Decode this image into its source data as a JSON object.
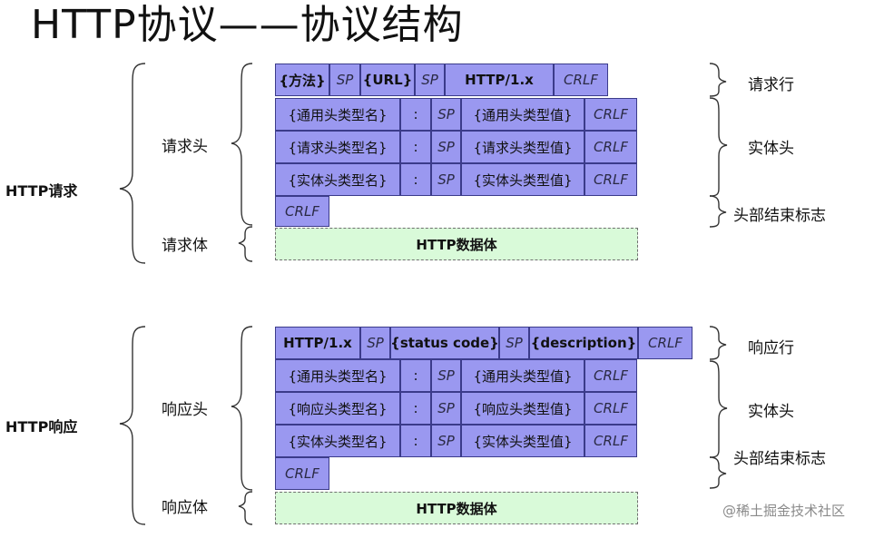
{
  "title": "HTTP协议——协议结构",
  "request": {
    "label": "HTTP请求",
    "header_label": "请求头",
    "body_label": "请求体",
    "rows": [
      [
        "{方法}",
        "SP",
        "{URL}",
        "SP",
        "HTTP/1.x",
        "CRLF"
      ],
      [
        "{通用头类型名}",
        ":",
        "SP",
        "{通用头类型值}",
        "CRLF"
      ],
      [
        "{请求头类型名}",
        ":",
        "SP",
        "{请求头类型值}",
        "CRLF"
      ],
      [
        "{实体头类型名}",
        ":",
        "SP",
        "{实体头类型值}",
        "CRLF"
      ],
      [
        "CRLF"
      ]
    ],
    "data_label": "HTTP数据体",
    "right_labels": [
      "请求行",
      "实体头",
      "头部结束标志"
    ]
  },
  "response": {
    "label": "HTTP响应",
    "header_label": "响应头",
    "body_label": "响应体",
    "rows": [
      [
        "HTTP/1.x",
        "SP",
        "{status code}",
        "SP",
        "{description}",
        "CRLF"
      ],
      [
        "{通用头类型名}",
        ":",
        "SP",
        "{通用头类型值}",
        "CRLF"
      ],
      [
        "{响应头类型名}",
        ":",
        "SP",
        "{响应头类型值}",
        "CRLF"
      ],
      [
        "{实体头类型名}",
        ":",
        "SP",
        "{实体头类型值}",
        "CRLF"
      ],
      [
        "CRLF"
      ]
    ],
    "data_label": "HTTP数据体",
    "right_labels": [
      "响应行",
      "实体头",
      "头部结束标志"
    ]
  },
  "watermark": "@稀土掘金技术社区",
  "colors": {
    "cell": "#9a98f0",
    "cell_border": "#3b3b8a",
    "data_fill": "#d9fad9"
  }
}
